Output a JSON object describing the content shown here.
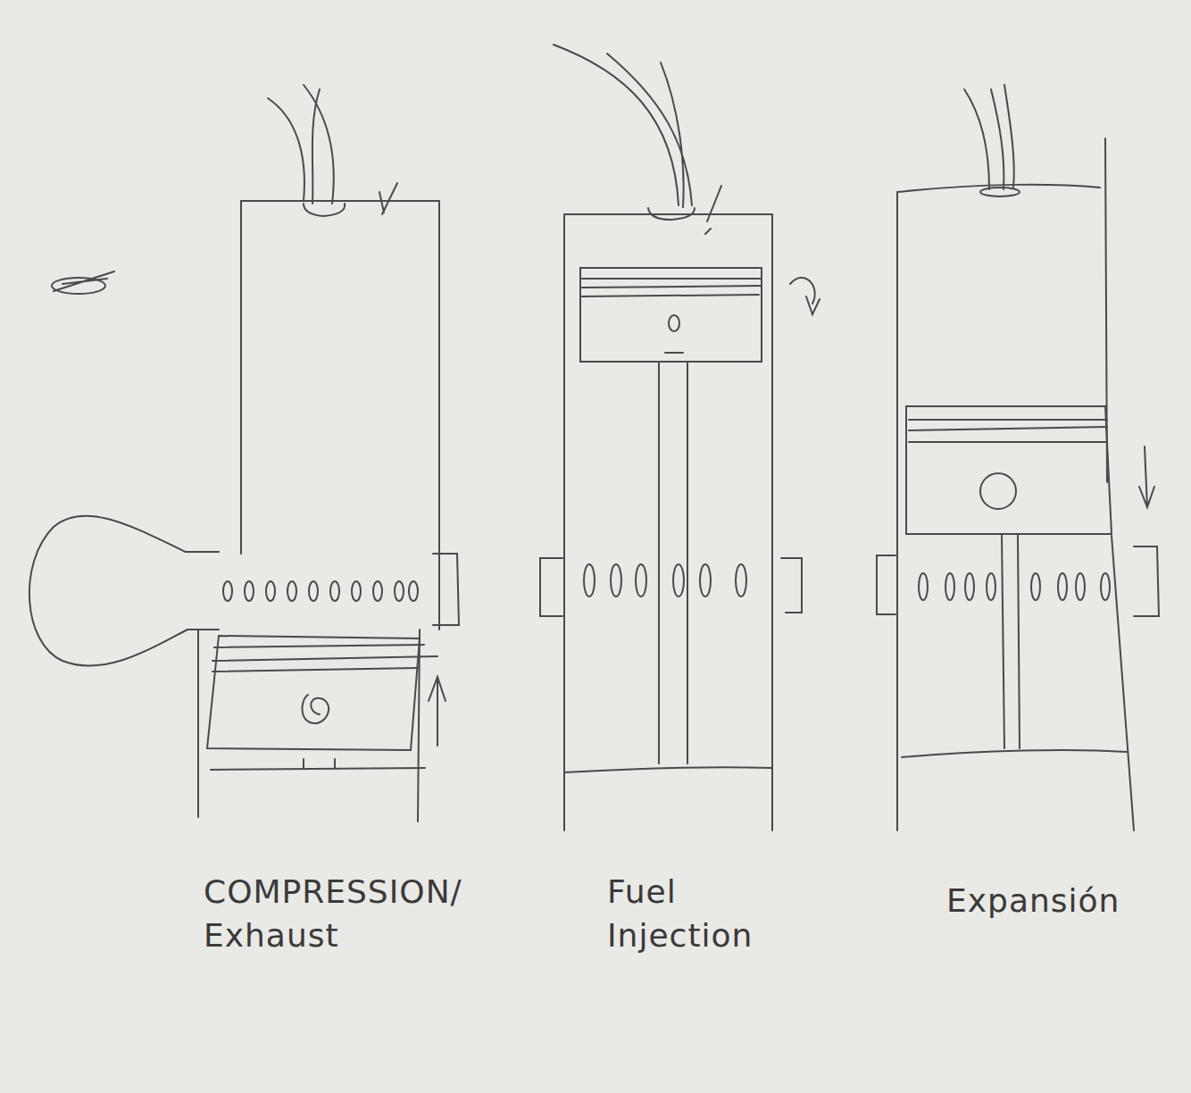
{
  "diagram": {
    "labels": [
      "COMPRESSION/ Exhaust",
      "Fuel Injection",
      "Expansión"
    ]
  }
}
